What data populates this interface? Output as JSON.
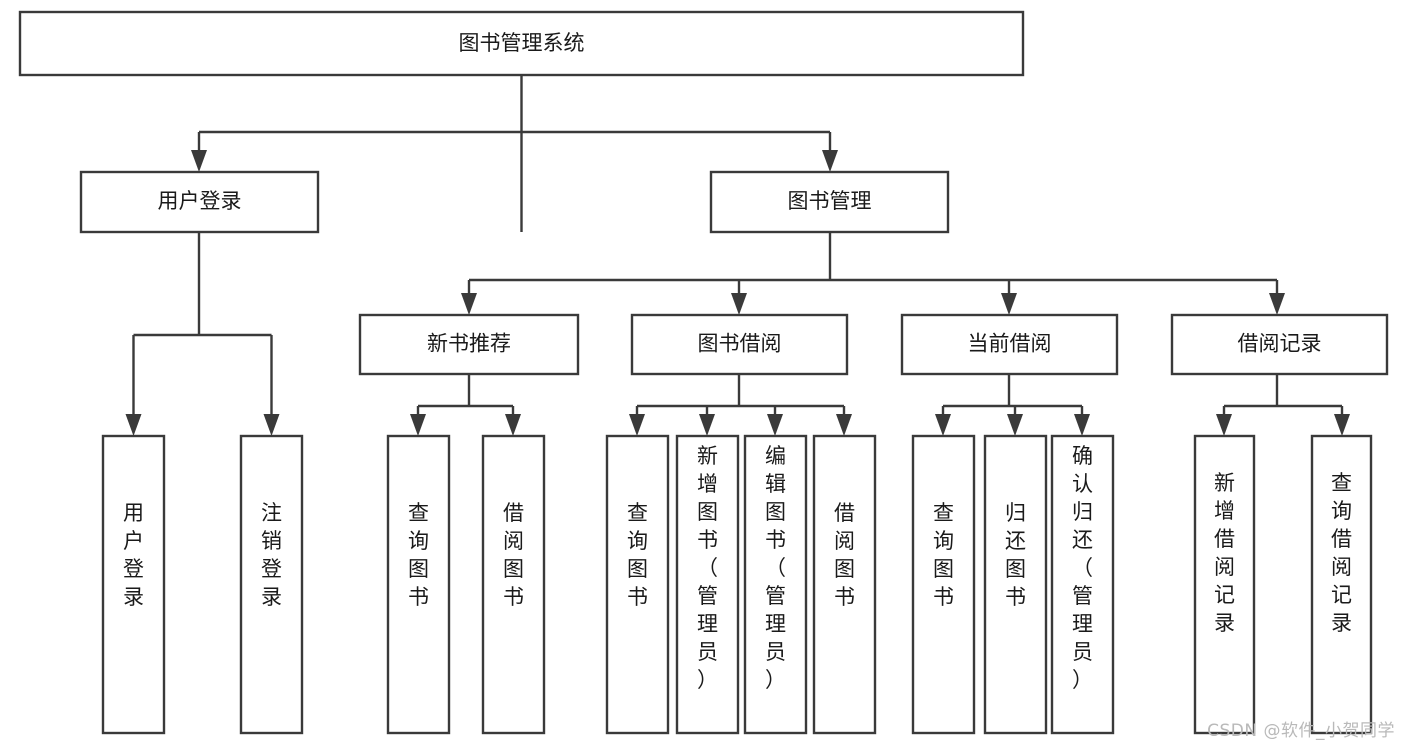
{
  "diagram": {
    "title": "图书管理系统",
    "type": "tree-hierarchy",
    "watermark": "CSDN @软件_小贺同学",
    "colors": {
      "stroke": "#3a3a3a",
      "fill": "#ffffff",
      "text": "#1a1a1a",
      "watermark": "#b9b9b9",
      "background": "#ffffff"
    },
    "root": {
      "label": "图书管理系统"
    },
    "level1": [
      {
        "id": "user-login",
        "label": "用户登录"
      },
      {
        "id": "book-management",
        "label": "图书管理"
      }
    ],
    "level2": [
      {
        "id": "new-book-recommend",
        "label": "新书推荐",
        "parent": "book-management"
      },
      {
        "id": "book-borrow",
        "label": "图书借阅",
        "parent": "book-management"
      },
      {
        "id": "current-borrow",
        "label": "当前借阅",
        "parent": "book-management"
      },
      {
        "id": "borrow-record",
        "label": "借阅记录",
        "parent": "book-management"
      }
    ],
    "leaves": {
      "user-login": [
        {
          "id": "leaf-user-login",
          "label": "用户登录"
        },
        {
          "id": "leaf-user-logout",
          "label": "注销登录"
        }
      ],
      "new-book-recommend": [
        {
          "id": "leaf-query-book-1",
          "label": "查询图书"
        },
        {
          "id": "leaf-borrow-book-1",
          "label": "借阅图书"
        }
      ],
      "book-borrow": [
        {
          "id": "leaf-query-book-2",
          "label": "查询图书"
        },
        {
          "id": "leaf-add-book",
          "label": "新增图书（管理员）"
        },
        {
          "id": "leaf-edit-book",
          "label": "编辑图书（管理员）"
        },
        {
          "id": "leaf-borrow-book-2",
          "label": "借阅图书"
        }
      ],
      "current-borrow": [
        {
          "id": "leaf-query-book-3",
          "label": "查询图书"
        },
        {
          "id": "leaf-return-book",
          "label": "归还图书"
        },
        {
          "id": "leaf-confirm-return",
          "label": "确认归还（管理员）"
        }
      ],
      "borrow-record": [
        {
          "id": "leaf-add-record",
          "label": "新增借阅记录"
        },
        {
          "id": "leaf-query-record",
          "label": "查询借阅记录"
        }
      ]
    }
  }
}
